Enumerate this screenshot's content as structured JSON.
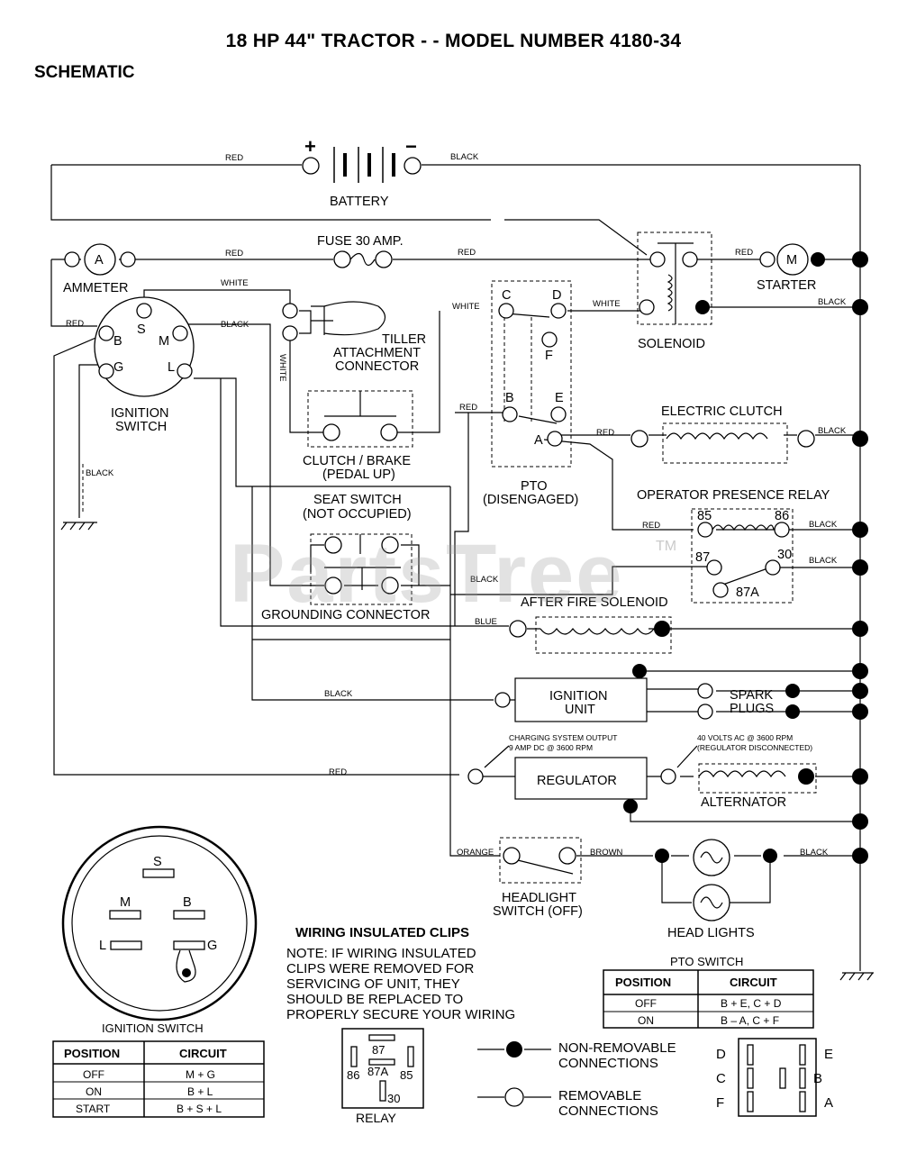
{
  "title": "18 HP 44\" TRACTOR - - MODEL NUMBER 4180-34",
  "subtitle": "SCHEMATIC",
  "watermark": "PartsTree",
  "watermark_tm": "TM",
  "components": {
    "battery": "BATTERY",
    "battery_plus": "+",
    "battery_minus": "−",
    "fuse": "FUSE 30 AMP.",
    "ammeter": "AMMETER",
    "ammeter_symbol": "A",
    "starter": "STARTER",
    "starter_symbol": "M",
    "solenoid": "SOLENOID",
    "tiller_1": "TILLER",
    "tiller_2": "ATTACHMENT",
    "tiller_3": "CONNECTOR",
    "clutch_brake_1": "CLUTCH / BRAKE",
    "clutch_brake_2": "(PEDAL UP)",
    "ignition_switch_1": "IGNITION",
    "ignition_switch_2": "SWITCH",
    "pto_1": "PTO",
    "pto_2": "(DISENGAGED)",
    "electric_clutch": "ELECTRIC CLUTCH",
    "operator_relay": "OPERATOR PRESENCE RELAY",
    "seat_switch_1": "SEAT SWITCH",
    "seat_switch_2": "(NOT OCCUPIED)",
    "grounding_connector": "GROUNDING CONNECTOR",
    "after_fire": "AFTER FIRE SOLENOID",
    "ignition_unit_1": "IGNITION",
    "ignition_unit_2": "UNIT",
    "spark_1": "SPARK",
    "spark_2": "PLUGS",
    "regulator": "REGULATOR",
    "alternator": "ALTERNATOR",
    "charging_note_1": "CHARGING SYSTEM OUTPUT",
    "charging_note_2": "9 AMP DC @ 3600 RPM",
    "alt_note_1": "40 VOLTS AC @ 3600 RPM",
    "alt_note_2": "(REGULATOR DISCONNECTED)",
    "headlight_switch_1": "HEADLIGHT",
    "headlight_switch_2": "SWITCH (OFF)",
    "head_lights": "HEAD LIGHTS"
  },
  "terminals": {
    "S": "S",
    "B": "B",
    "M": "M",
    "G": "G",
    "L": "L",
    "C": "C",
    "D": "D",
    "F": "F",
    "E": "E",
    "A": "A",
    "r85": "85",
    "r86": "86",
    "r87": "87",
    "r30": "30",
    "r87a": "87A"
  },
  "wires": {
    "red": "RED",
    "black": "BLACK",
    "white": "WHITE",
    "blue": "BLUE",
    "orange": "ORANGE",
    "brown": "BROWN"
  },
  "ignition_switch_detail": {
    "caption": "IGNITION SWITCH",
    "headers": [
      "POSITION",
      "CIRCUIT"
    ],
    "rows": [
      [
        "OFF",
        "M + G"
      ],
      [
        "ON",
        "B + L"
      ],
      [
        "START",
        "B + S + L"
      ]
    ]
  },
  "clips_note": {
    "heading": "WIRING INSULATED CLIPS",
    "lines": [
      "NOTE: IF WIRING INSULATED",
      "CLIPS WERE REMOVED FOR",
      "SERVICING OF UNIT, THEY",
      "SHOULD BE REPLACED TO",
      "PROPERLY SECURE YOUR WIRING"
    ]
  },
  "relay_detail": {
    "caption": "RELAY"
  },
  "legend": {
    "non_removable_1": "NON-REMOVABLE",
    "non_removable_2": "CONNECTIONS",
    "removable_1": "REMOVABLE",
    "removable_2": "CONNECTIONS"
  },
  "pto_switch": {
    "caption": "PTO SWITCH",
    "headers": [
      "POSITION",
      "CIRCUIT"
    ],
    "rows": [
      [
        "OFF",
        "B + E, C + D"
      ],
      [
        "ON",
        "B – A, C + F"
      ]
    ]
  }
}
